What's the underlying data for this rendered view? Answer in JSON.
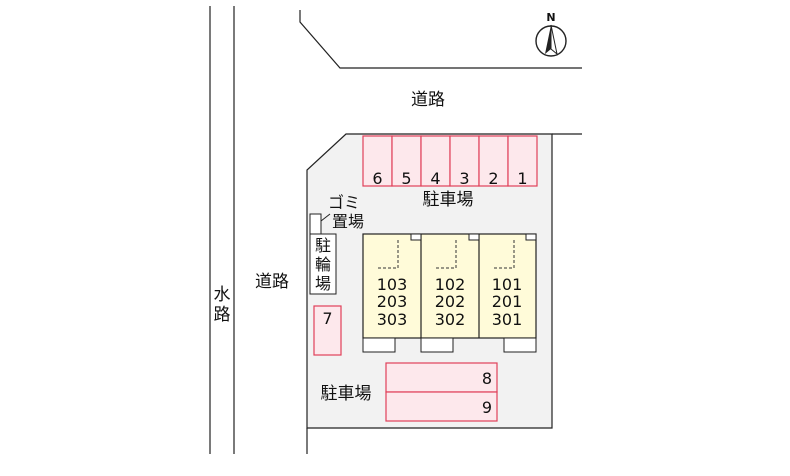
{
  "labels": {
    "road_top": "道路",
    "road_left": "道路",
    "waterway": [
      "水",
      "路"
    ],
    "parking_top": "駐車場",
    "parking_bottom": "駐車場",
    "garbage": [
      "ゴミ",
      "置場"
    ],
    "bicycle": [
      "駐",
      "輪",
      "場"
    ],
    "north": "N"
  },
  "parking_top_spaces": [
    "6",
    "5",
    "4",
    "3",
    "2",
    "1"
  ],
  "parking_bottom_spaces": [
    "8",
    "9"
  ],
  "parking_side_space": "7",
  "units": [
    [
      "103",
      "203",
      "303"
    ],
    [
      "102",
      "202",
      "302"
    ],
    [
      "101",
      "201",
      "301"
    ]
  ],
  "colors": {
    "parking_fill": "#fde8ec",
    "parking_stroke": "#e0405a",
    "building_fill": "#fffbd9",
    "site_fill": "#f2f2f2",
    "line": "#222222"
  }
}
